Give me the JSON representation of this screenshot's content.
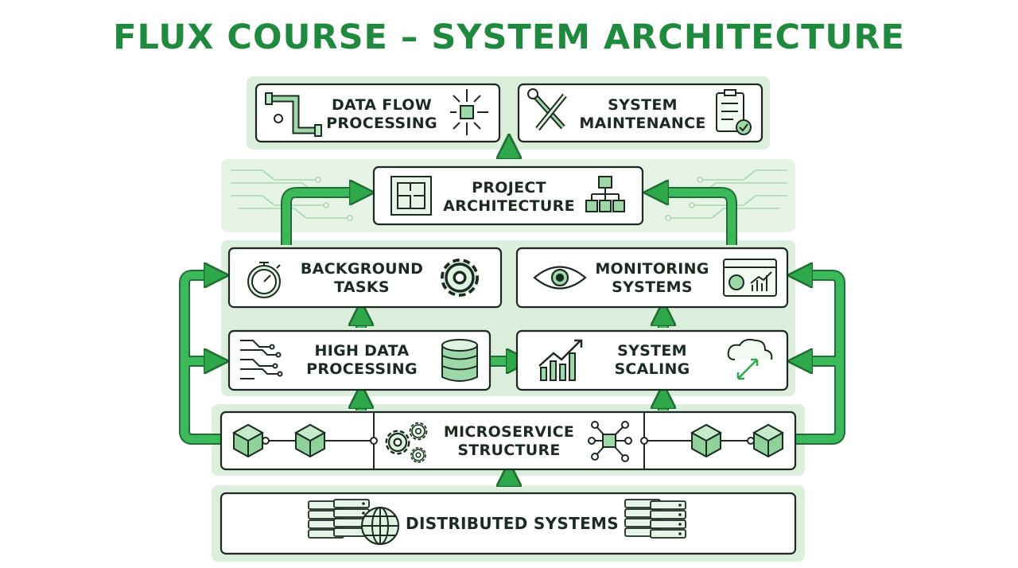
{
  "title": "FLUX COURSE – SYSTEM ARCHITECTURE",
  "colors": {
    "accent": "#2ea84a",
    "accent_dark": "#1f8a3e",
    "panel": "#dcefdc",
    "box_fill": "#ffffff",
    "box_stroke": "#1d2a22",
    "text": "#1d2a22"
  },
  "nodes": {
    "data_flow": {
      "line1": "DATA FLOW",
      "line2": "PROCESSING",
      "icons": [
        "pipes-icon",
        "cube-network-icon"
      ]
    },
    "maintenance": {
      "line1": "SYSTEM",
      "line2": "MAINTENANCE",
      "icons": [
        "wrench-screwdriver-icon",
        "checklist-icon"
      ]
    },
    "project_arch": {
      "line1": "PROJECT",
      "line2": "ARCHITECTURE",
      "icons": [
        "blueprint-icon",
        "hierarchy-icon"
      ]
    },
    "background": {
      "line1": "BACKGROUND",
      "line2": "TASKS",
      "icons": [
        "stopwatch-icon",
        "gear-icon"
      ]
    },
    "monitoring": {
      "line1": "MONITORING",
      "line2": "SYSTEMS",
      "icons": [
        "eye-icon",
        "dashboard-icon"
      ]
    },
    "high_data": {
      "line1": "HIGH DATA",
      "line2": "PROCESSING",
      "icons": [
        "circuit-icon",
        "database-icon"
      ]
    },
    "scaling": {
      "line1": "SYSTEM",
      "line2": "SCALING",
      "icons": [
        "growth-chart-icon",
        "cloud-resize-icon"
      ]
    },
    "microservice": {
      "line1": "MICROSERVICE",
      "line2": "STRUCTURE",
      "icons": [
        "gears-icon",
        "node-network-icon",
        "cube-icon"
      ]
    },
    "distributed": {
      "line1": "DISTRIBUTED SYSTEMS",
      "icons": [
        "server-rack-icon",
        "globe-icon"
      ]
    }
  }
}
